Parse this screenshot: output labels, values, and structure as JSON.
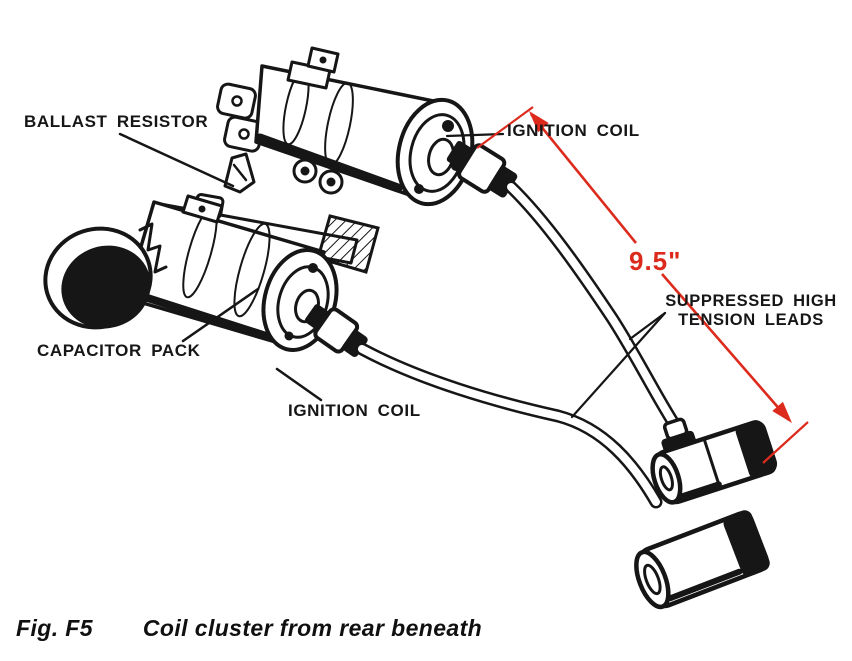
{
  "figure": {
    "caption_label": "Fig. F5",
    "caption_text": "Coil cluster from rear beneath"
  },
  "labels": {
    "ballast_resistor": "BALLAST RESISTOR",
    "ignition_coil_top": "IGNITION COIL",
    "capacitor_pack": "CAPACITOR PACK",
    "ignition_coil_bottom": "IGNITION COIL",
    "suppressed_leads_line1": "SUPPRESSED HIGH",
    "suppressed_leads_line2": "TENSION LEADS"
  },
  "dimension": {
    "value": "9.5\""
  },
  "colors": {
    "ink": "#161616",
    "background": "#ffffff",
    "dimension_red": "#dc2b1d"
  }
}
